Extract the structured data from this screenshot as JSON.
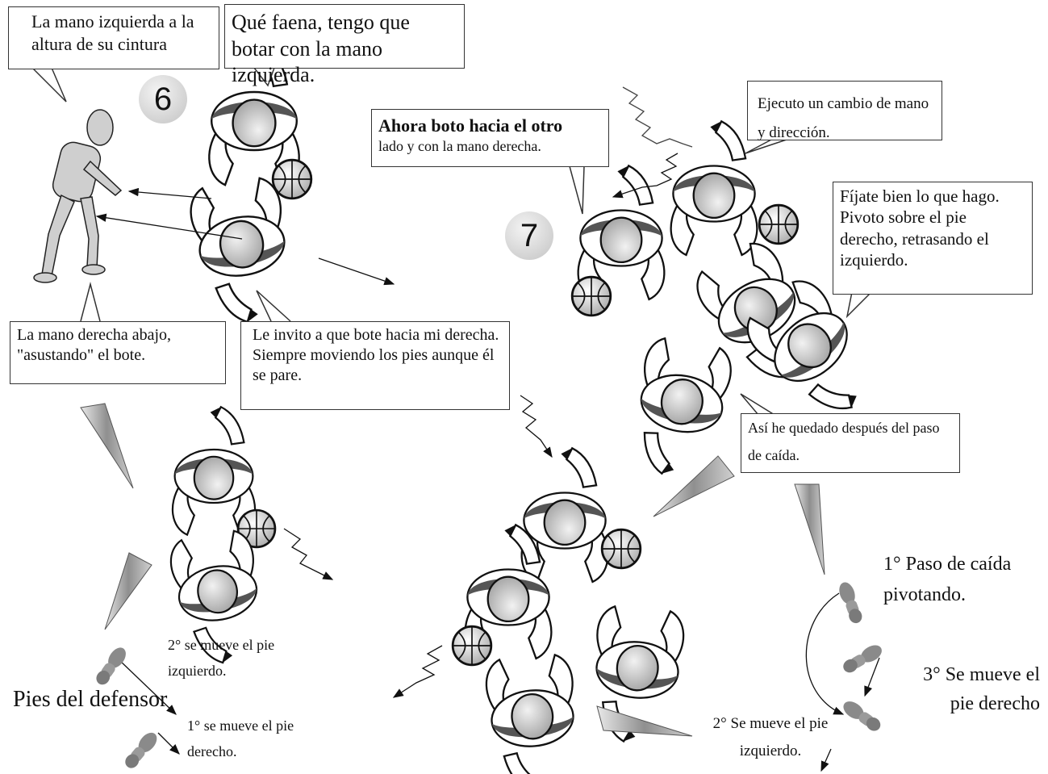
{
  "steps": {
    "six": "6",
    "seven": "7"
  },
  "boxes": {
    "left_hand": "La mano izquierda a la altura de su cintura",
    "complaint": "Qué faena, tengo que botar con la mano izquierda.",
    "right_hand": "La mano derecha abajo, \"asustando\" el bote.",
    "invite": "Le invito a que bote hacia mi derecha. Siempre moviendo los pies aunque él se pare.",
    "now_dribble": "Ahora boto hacia el otro",
    "now_dribble_2": "lado y con la mano derecha.",
    "change": "Ejecuto un cambio de mano y dirección.",
    "pivot": "Fíjate bien lo que hago. Pivoto sobre el pie derecho, retrasando el izquierdo.",
    "after_step": "Así he quedado después del paso de caída."
  },
  "labels": {
    "defender_feet": "Pies del defensor",
    "second_left": "2° se mueve el pie izquierdo.",
    "first_right": "1° se mueve el pie derecho.",
    "drop_step": "1° Paso de caída pivotando.",
    "third_right": "3° Se mueve el pie derecho",
    "second_left_b": "2° Se mueve el pie izquierdo."
  },
  "colors": {
    "ink": "#111111",
    "jersey": "#555555",
    "ball": "#c8c8c8",
    "foot": "#8a8a8a"
  }
}
